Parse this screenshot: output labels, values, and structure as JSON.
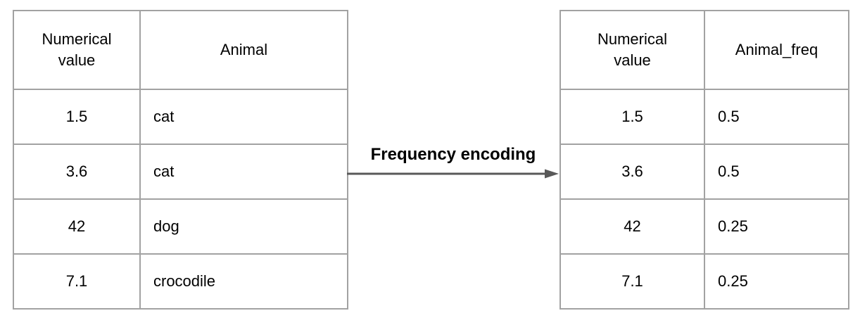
{
  "diagram": {
    "transform_label": "Frequency encoding",
    "arrow_icon": "arrow-right"
  },
  "left_table": {
    "headers": [
      "Numerical value",
      "Animal"
    ],
    "rows": [
      [
        "1.5",
        "cat"
      ],
      [
        "3.6",
        "cat"
      ],
      [
        "42",
        "dog"
      ],
      [
        "7.1",
        "crocodile"
      ]
    ]
  },
  "right_table": {
    "headers": [
      "Numerical value",
      "Animal_freq"
    ],
    "rows": [
      [
        "1.5",
        "0.5"
      ],
      [
        "3.6",
        "0.5"
      ],
      [
        "42",
        "0.25"
      ],
      [
        "7.1",
        "0.25"
      ]
    ]
  },
  "colors": {
    "background": "#ffffff",
    "table_border": "#a2a2a2",
    "arrow": "#595959",
    "text": "#000000"
  }
}
